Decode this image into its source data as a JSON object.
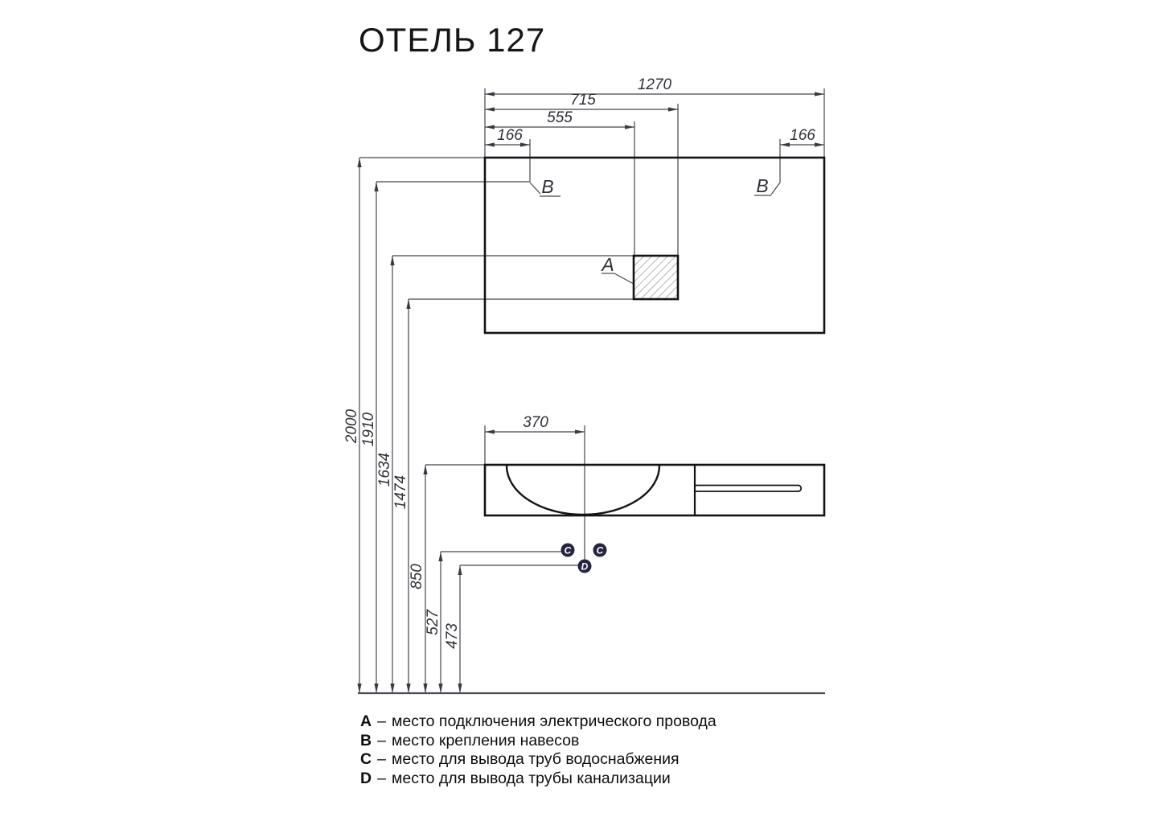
{
  "title": "ОТЕЛЬ 127",
  "dimensions": {
    "width_total": "1270",
    "width_715": "715",
    "width_555": "555",
    "offset_left_166": "166",
    "offset_right_166": "166",
    "sink_drain_370": "370",
    "height_2000": "2000",
    "height_1910": "1910",
    "height_1634": "1634",
    "height_1474": "1474",
    "height_850": "850",
    "height_527": "527",
    "height_473": "473"
  },
  "callouts": {
    "a": "A",
    "b_left": "B",
    "b_right": "B",
    "c_left": "C",
    "c_right": "C",
    "d": "D"
  },
  "legend": {
    "items": [
      {
        "letter": "A",
        "sep": "–",
        "desc": "место подключения электрического провода"
      },
      {
        "letter": "B",
        "sep": "–",
        "desc": "место крепления навесов"
      },
      {
        "letter": "C",
        "sep": "–",
        "desc": "место для вывода труб водоснабжения"
      },
      {
        "letter": "D",
        "sep": "–",
        "desc": "место для вывода трубы канализации"
      }
    ]
  },
  "colors": {
    "outline": "#141418",
    "thin_line": "#45454e",
    "hatch": "#8f8f95",
    "callout_circle": "#252540",
    "callout_letter": "#ffffff"
  }
}
